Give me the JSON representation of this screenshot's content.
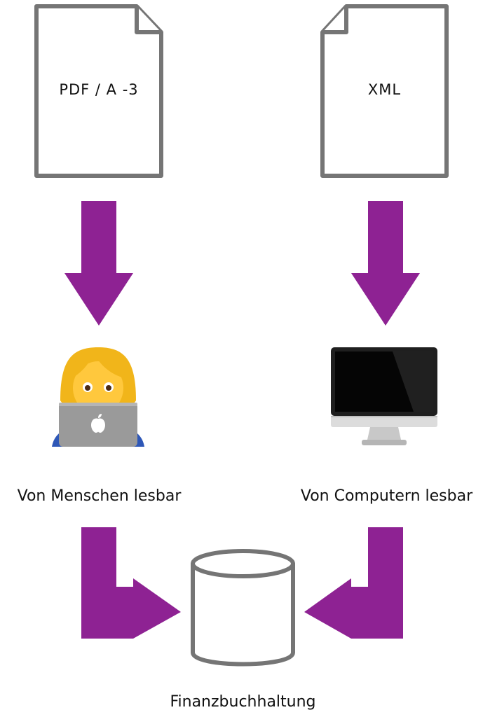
{
  "documents": {
    "pdf_label": "PDF / A -3",
    "xml_label": "XML"
  },
  "captions": {
    "human_readable": "Von Menschen lesbar",
    "machine_readable": "Von Computern lesbar",
    "accounting": "Finanzbuchhaltung"
  },
  "icons": {
    "human": "woman-technologist-icon",
    "computer": "desktop-computer-icon",
    "database": "database-cylinder-icon"
  },
  "colors": {
    "arrow": "#8e2293",
    "outline": "#757575",
    "text": "#111111"
  }
}
